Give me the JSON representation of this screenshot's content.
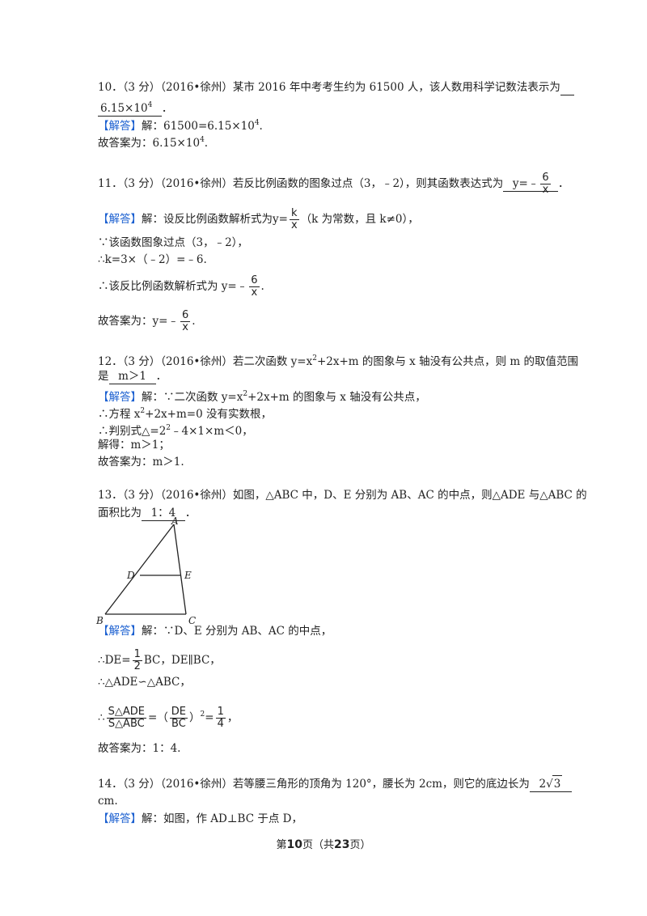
{
  "q10": {
    "line1": "10．（3 分）（2016•徐州）某市 2016 年中考考生约为 61500 人，该人数用科学记数法表示为",
    "answer": "6.15×10",
    "answer_exp": "4",
    "period": "．",
    "tag": "【解答】",
    "sol1_text": "解：61500=6.15×10",
    "sol1_exp": "4",
    "sol1_end": ".",
    "final_text": "故答案为：6.15×10",
    "final_exp": "4",
    "final_end": "."
  },
  "q11": {
    "line1": "11．（3 分）（2016•徐州）若反比例函数的图象过点（3，﹣2），则其函数表达式为",
    "answer_prefix": "y=﹣",
    "answer_num": "6",
    "answer_den": "x",
    "period": "．",
    "tag": "【解答】",
    "sol1_text": "解：设反比例函数解析式为y=",
    "sol1_num": "k",
    "sol1_den": "x",
    "sol1_end": "（k 为常数，且 k≠0），",
    "sol2": "∵该函数图象过点（3，﹣2），",
    "sol3": "∴k=3×（﹣2）=﹣6.",
    "sol4_text": "∴该反比例函数解析式为 y=﹣",
    "sol4_num": "6",
    "sol4_den": "x",
    "sol4_end": ".",
    "final_text": "故答案为：y=﹣",
    "final_num": "6",
    "final_den": "x",
    "final_end": "."
  },
  "q12": {
    "line1_a": "12．（3 分）（2016•徐州）若二次函数 y=x",
    "line1_exp": "2",
    "line1_b": "+2x+m 的图象与 x 轴没有公共点，则 m 的取值范围",
    "line2_prefix": "是",
    "answer": "m＞1",
    "period": "．",
    "tag": "【解答】",
    "sol1_a": "解：∵二次函数 y=x",
    "sol1_exp": "2",
    "sol1_b": "+2x+m 的图象与 x 轴没有公共点，",
    "sol2_a": "∴方程 x",
    "sol2_exp": "2",
    "sol2_b": "+2x+m=0 没有实数根，",
    "sol3_a": "∴判别式△=2",
    "sol3_exp": "2",
    "sol3_b": "﹣4×1×m＜0，",
    "sol4": "解得：m＞1；",
    "final": "故答案为：m＞1."
  },
  "q13": {
    "line1": "13．（3 分）（2016•徐州）如图，△ABC 中，D、E 分别为 AB、AC 的中点，则△ADE 与△ABC 的",
    "line2_prefix": "面积比为",
    "answer": "1：4",
    "period": "．",
    "figure_labels": {
      "A": "A",
      "B": "B",
      "C": "C",
      "D": "D",
      "E": "E"
    },
    "tag": "【解答】",
    "sol1": "解：∵D、E 分别为 AB、AC 的中点，",
    "sol2_a": "∴DE=",
    "sol2_num": "1",
    "sol2_den": "2",
    "sol2_b": "BC，DE∥BC，",
    "sol3": "∴△ADE∽△ABC，",
    "sol4_a": "∴",
    "sol4_num": "S△ADE",
    "sol4_den": "S△ABC",
    "sol4_b": "=（",
    "sol4_num2": "DE",
    "sol4_den2": "BC",
    "sol4_c": "）",
    "sol4_exp": "2",
    "sol4_d": "=",
    "sol4_num3": "1",
    "sol4_den3": "4",
    "sol4_end": "，",
    "final": "故答案为：1：4."
  },
  "q14": {
    "line1": "14．（3 分）（2016•徐州）若等腰三角形的顶角为 120°，腰长为 2cm，则它的底边长为",
    "answer_coef": "2",
    "answer_root": "√",
    "answer_rad": "3",
    "line2": "cm.",
    "tag": "【解答】",
    "sol1": "解：如图，作 AD⊥BC 于点 D，"
  },
  "footer": {
    "prefix": "第",
    "page": "10",
    "middle": "页（共",
    "total": "23",
    "suffix": "页）"
  }
}
